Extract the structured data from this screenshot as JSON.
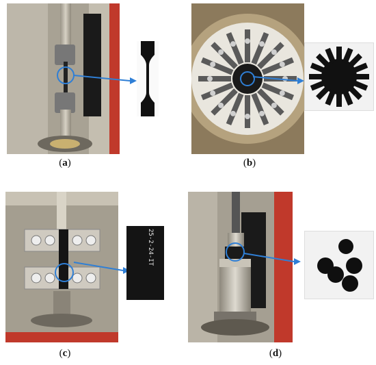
{
  "panels": [
    {
      "id": "a",
      "caption_open": "(",
      "caption_letter": "a",
      "caption_close": ")"
    },
    {
      "id": "b",
      "caption_open": "(",
      "caption_letter": "b",
      "caption_close": ")"
    },
    {
      "id": "c",
      "caption_open": "(",
      "caption_letter": "c",
      "caption_close": ")"
    },
    {
      "id": "d",
      "caption_open": "(",
      "caption_letter": "d",
      "caption_close": ")"
    }
  ],
  "colors": {
    "arrow": "#2f7fd6",
    "frame_red": "#c0392b",
    "steel": "#b9b4a8",
    "sample_black": "#111111",
    "background_panel": "#f2f2f2"
  },
  "sample_c_text": "25-2-24-IT"
}
